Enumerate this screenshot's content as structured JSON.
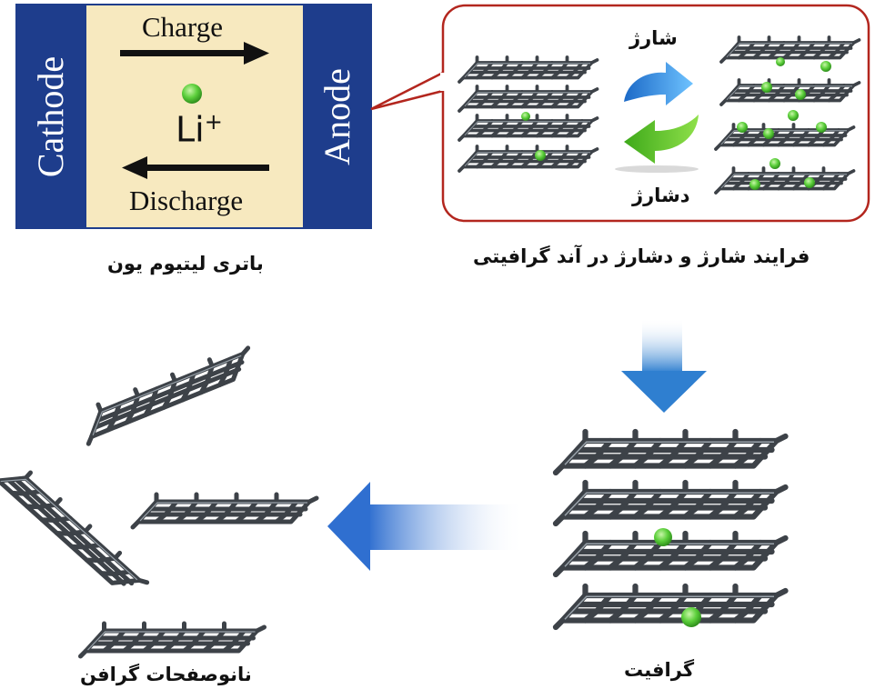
{
  "battery": {
    "cathode_label": "Cathode",
    "anode_label": "Anode",
    "charge_label": "Charge",
    "discharge_label": "Discharge",
    "ion_symbol": "Li",
    "ion_charge": "+",
    "caption": "باتری لیتیوم یون"
  },
  "process": {
    "charge_label": "شارژ",
    "discharge_label": "دشارژ",
    "caption": "فرایند شارژ و دشارژ در آند گرافیتی"
  },
  "graphite": {
    "caption": "گرافیت"
  },
  "nanosheets": {
    "caption": "نانوصفحات گرافن"
  },
  "colors": {
    "electrode_blue": "#1e3d8c",
    "electrolyte_cream": "#f7e9bf",
    "callout_red": "#b3261e",
    "lithium_green": "#5ccf3b",
    "arrow_blue": "#2f7fd0",
    "arrow_green": "#55c428",
    "sheet_gray": "#3d4248"
  },
  "icons": [
    "right-arrow-icon",
    "left-arrow-icon",
    "cycle-arrows-icon",
    "down-arrow-icon",
    "horizontal-arrow-icon"
  ]
}
